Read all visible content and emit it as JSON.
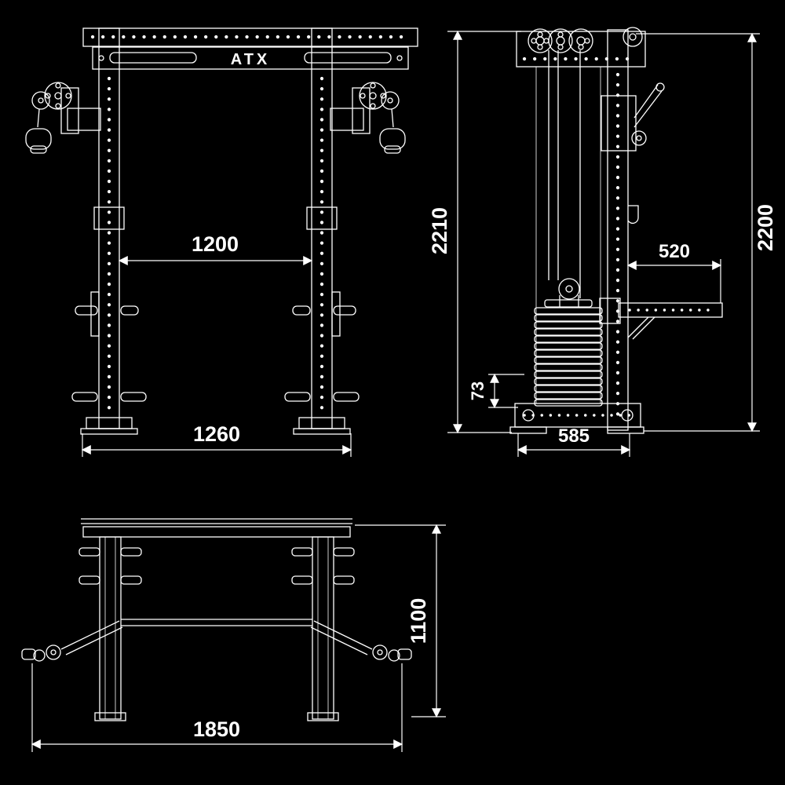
{
  "drawing": {
    "logo": "ATX",
    "dimensions": {
      "front_inner_width": "1200",
      "front_base_width": "1260",
      "side_total_height": "2210",
      "side_column_height": "2200",
      "side_arm_length": "520",
      "side_base_height": "73",
      "side_base_depth": "585",
      "top_depth": "1100",
      "top_total_width": "1850"
    },
    "colors": {
      "background": "#000000",
      "line": "#ffffff"
    }
  }
}
